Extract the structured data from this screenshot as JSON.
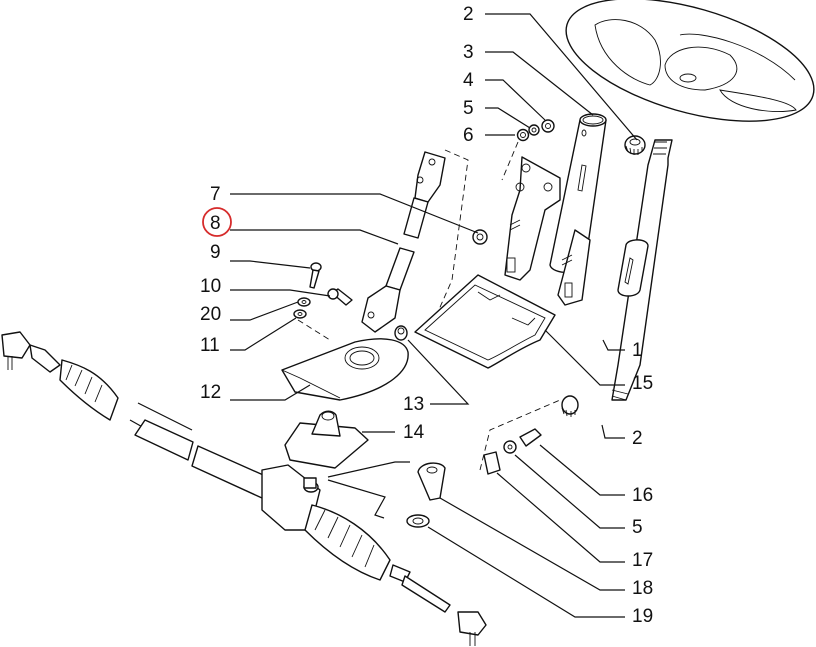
{
  "diagram": {
    "type": "exploded-parts-diagram",
    "highlight_color": "#d62b2b",
    "highlighted_callout": "8",
    "callouts": [
      {
        "id": "c2a",
        "label": "2",
        "part": "steering-column-gear"
      },
      {
        "id": "c3",
        "label": "3",
        "part": "column-tube"
      },
      {
        "id": "c4",
        "label": "4",
        "part": "nut"
      },
      {
        "id": "c5a",
        "label": "5",
        "part": "washer"
      },
      {
        "id": "c6",
        "label": "6",
        "part": "washer"
      },
      {
        "id": "c7",
        "label": "7",
        "part": "nut"
      },
      {
        "id": "c8",
        "label": "8",
        "part": "intermediate-shaft"
      },
      {
        "id": "c9",
        "label": "9",
        "part": "screw"
      },
      {
        "id": "c10",
        "label": "10",
        "part": "bolt"
      },
      {
        "id": "c20",
        "label": "20",
        "part": "washer"
      },
      {
        "id": "c11",
        "label": "11",
        "part": "washer"
      },
      {
        "id": "c12",
        "label": "12",
        "part": "plate"
      },
      {
        "id": "c13",
        "label": "13",
        "part": "bushing"
      },
      {
        "id": "c14",
        "label": "14",
        "part": "boot"
      },
      {
        "id": "c1",
        "label": "1",
        "part": "steering-shaft"
      },
      {
        "id": "c15",
        "label": "15",
        "part": "cover"
      },
      {
        "id": "c2b",
        "label": "2",
        "part": "gear"
      },
      {
        "id": "c16",
        "label": "16",
        "part": "bolt"
      },
      {
        "id": "c5b",
        "label": "5",
        "part": "washer"
      },
      {
        "id": "c17",
        "label": "17",
        "part": "clip"
      },
      {
        "id": "c18",
        "label": "18",
        "part": "clamp"
      },
      {
        "id": "c19",
        "label": "19",
        "part": "ring"
      }
    ]
  }
}
